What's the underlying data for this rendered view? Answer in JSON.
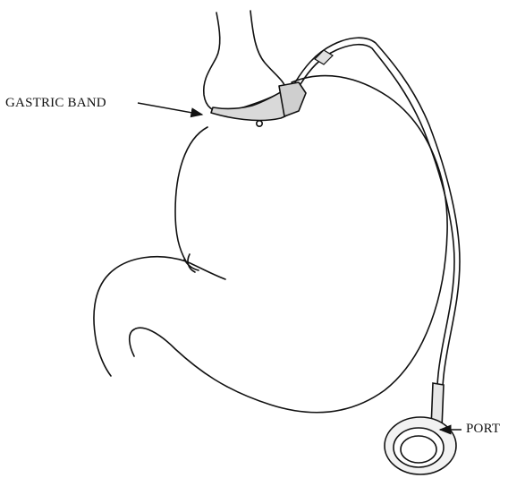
{
  "labels": {
    "gastric_band": "GASTRIC BAND",
    "port": "PORT"
  },
  "colors": {
    "ink": "#111111",
    "band_fill": "#d9d9d9",
    "background": "#ffffff"
  },
  "icons": {
    "band_arrow": "arrow-right",
    "port_arrow": "arrow-left"
  }
}
